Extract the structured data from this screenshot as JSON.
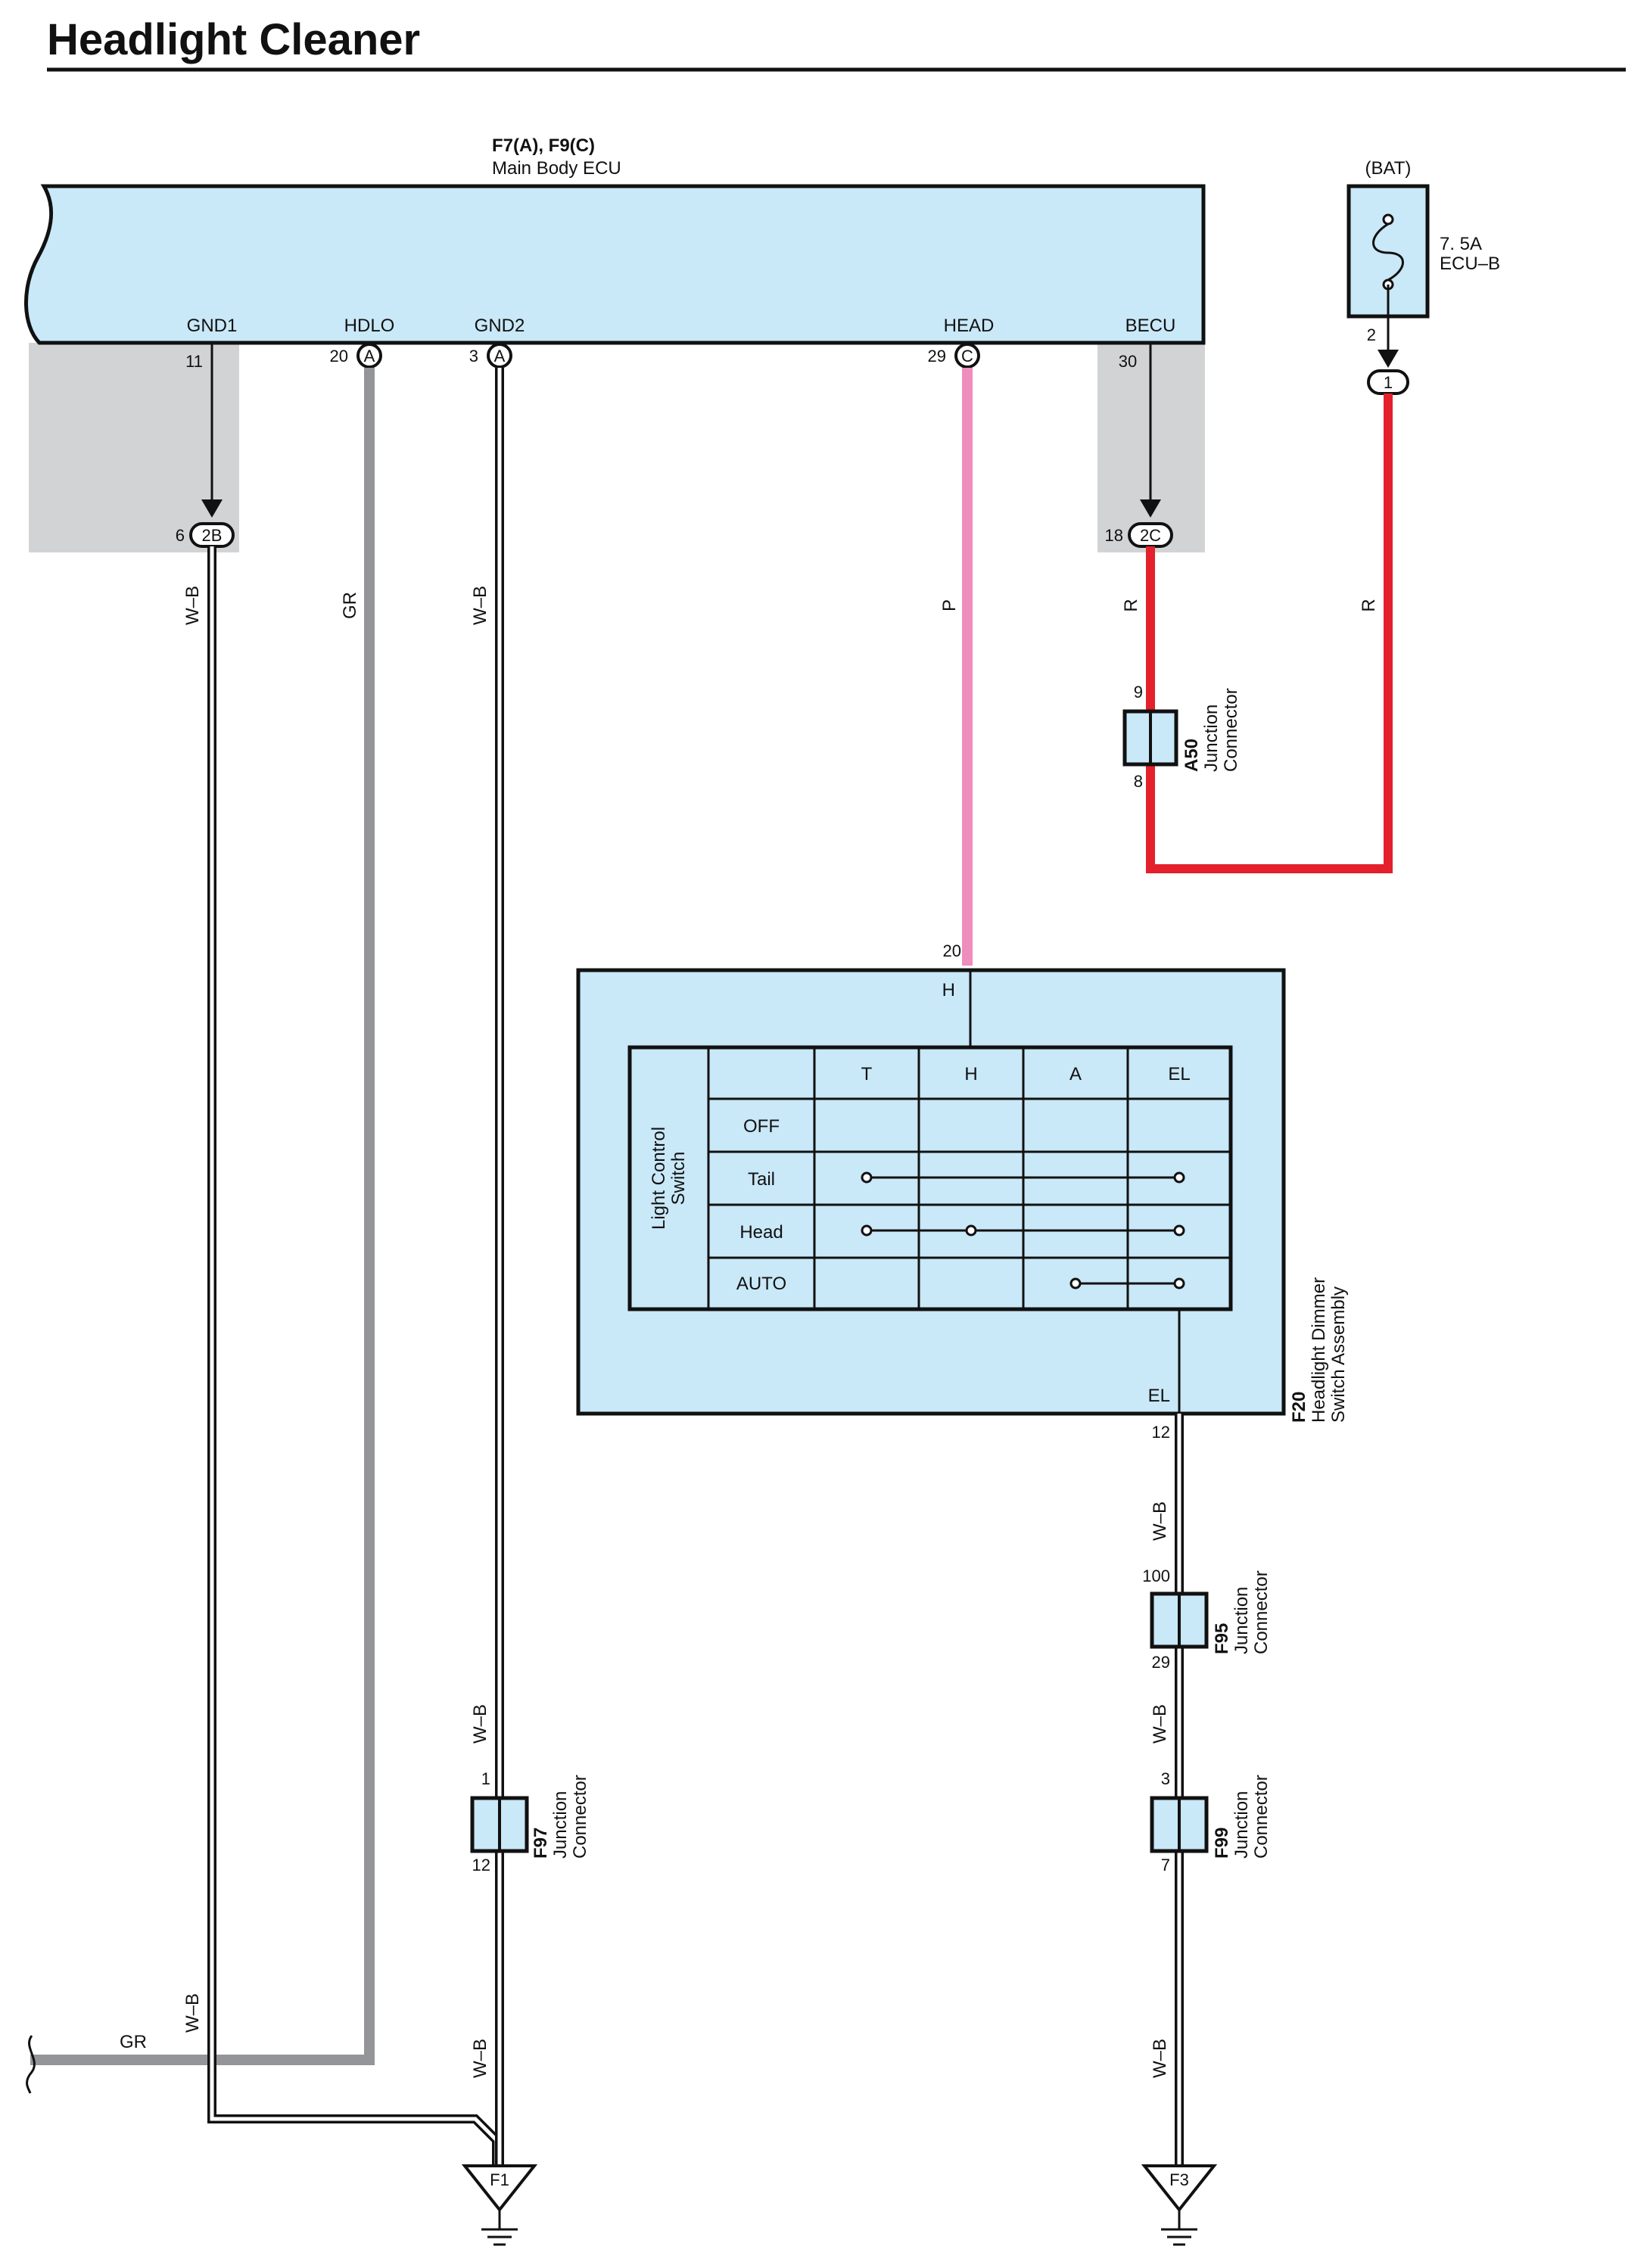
{
  "title": "Headlight Cleaner",
  "colors": {
    "ecu_fill": "#c9e8f8",
    "shade": "#d2d3d5",
    "wire_red": "#e3202b",
    "wire_pink": "#ef8dbd",
    "wire_gray": "#939598",
    "wire_black": "#1a1a1a"
  },
  "ecu": {
    "code": "F7(A), F9(C)",
    "name": "Main Body ECU",
    "pins": {
      "gnd1": {
        "label": "GND1",
        "num": "11"
      },
      "hdlo": {
        "label": "HDLO",
        "num": "20",
        "conn": "A"
      },
      "gnd2": {
        "label": "GND2",
        "num": "3",
        "conn": "A"
      },
      "head": {
        "label": "HEAD",
        "num": "29",
        "conn": "C"
      },
      "becu": {
        "label": "BECU",
        "num": "30"
      }
    }
  },
  "junction_2b": {
    "id": "2B",
    "pin": "6"
  },
  "junction_2c": {
    "id": "2C",
    "pin": "18"
  },
  "fuse": {
    "source": "(BAT)",
    "rating": "7. 5A",
    "name": "ECU–B",
    "pin": "2",
    "conn": "1"
  },
  "wire_colors": {
    "gnd1": "W–B",
    "hdlo": "GR",
    "gnd2": "W–B",
    "head": "P",
    "becu": "R",
    "fuse": "R",
    "el_top": "W–B",
    "el_mid": "W–B",
    "el_bot": "W–B",
    "gnd2_low": "W–B",
    "gnd1_low": "W–B",
    "hdlo_low": "GR"
  },
  "a50": {
    "code": "A50",
    "name_line1": "Junction",
    "name_line2": "Connector",
    "pin_top": "9",
    "pin_bottom": "8"
  },
  "switch": {
    "code": "F20",
    "name_line1": "Headlight Dimmer",
    "name_line2": "Switch Assembly",
    "pin_h_num": "20",
    "pin_h_label": "H",
    "pin_el_label": "EL",
    "pin_el_num": "12",
    "table_title_line1": "Light Control",
    "table_title_line2": "Switch",
    "columns": [
      "T",
      "H",
      "A",
      "EL"
    ],
    "rows": [
      "OFF",
      "Tail",
      "Head",
      "AUTO"
    ]
  },
  "f95": {
    "code": "F95",
    "name_line1": "Junction",
    "name_line2": "Connector",
    "pin_top": "100",
    "pin_bottom": "29"
  },
  "f99": {
    "code": "F99",
    "name_line1": "Junction",
    "name_line2": "Connector",
    "pin_top": "3",
    "pin_bottom": "7"
  },
  "f97": {
    "code": "F97",
    "name_line1": "Junction",
    "name_line2": "Connector",
    "pin_top": "1",
    "pin_bottom": "12"
  },
  "grounds": {
    "left": "F1",
    "right": "F3"
  }
}
